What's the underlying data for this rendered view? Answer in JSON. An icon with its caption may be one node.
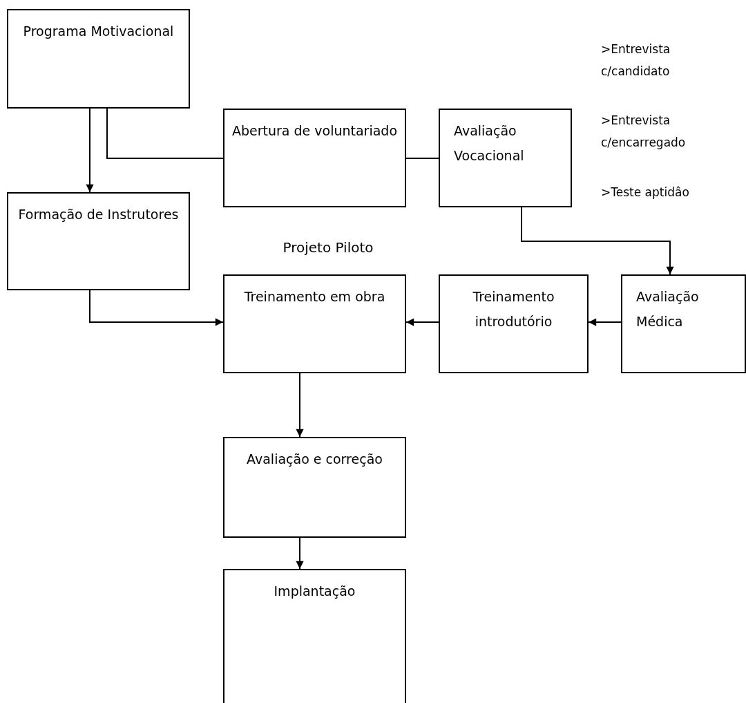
{
  "diagram": {
    "nodes": [
      {
        "text": [
          "Programa Motivacional"
        ]
      },
      {
        "text": [
          "Abertura de voluntariado"
        ]
      },
      {
        "text": [
          "Avaliação Vocacional"
        ]
      },
      {
        "text": [
          "Formação de Instrutores"
        ]
      },
      {
        "text": [
          "Treinamento em obra"
        ]
      },
      {
        "text": [
          "Treinamento introdutório"
        ]
      },
      {
        "text": [
          "Avaliação Médica"
        ]
      },
      {
        "text": [
          "Avaliação e correção"
        ]
      },
      {
        "text": [
          "Implantação"
        ]
      }
    ],
    "edges": [
      {
        "from": 0,
        "to": 3,
        "arrow": "to"
      },
      {
        "from": 0,
        "to": 1,
        "arrow": "none"
      },
      {
        "from": 1,
        "to": 2,
        "arrow": "none"
      },
      {
        "from": 2,
        "to": 6,
        "arrow": "to"
      },
      {
        "from": 3,
        "to": 4,
        "arrow": "to"
      },
      {
        "from": 5,
        "to": 4,
        "arrow": "to"
      },
      {
        "from": 6,
        "to": 5,
        "arrow": "to"
      },
      {
        "from": 4,
        "to": 7,
        "arrow": "to"
      },
      {
        "from": 7,
        "to": 8,
        "arrow": "to"
      }
    ],
    "labels": [
      ">Entrevista c/candidato",
      ">Entrevista c/encarregado",
      ">Teste aptidâo",
      "Projeto Piloto"
    ]
  }
}
